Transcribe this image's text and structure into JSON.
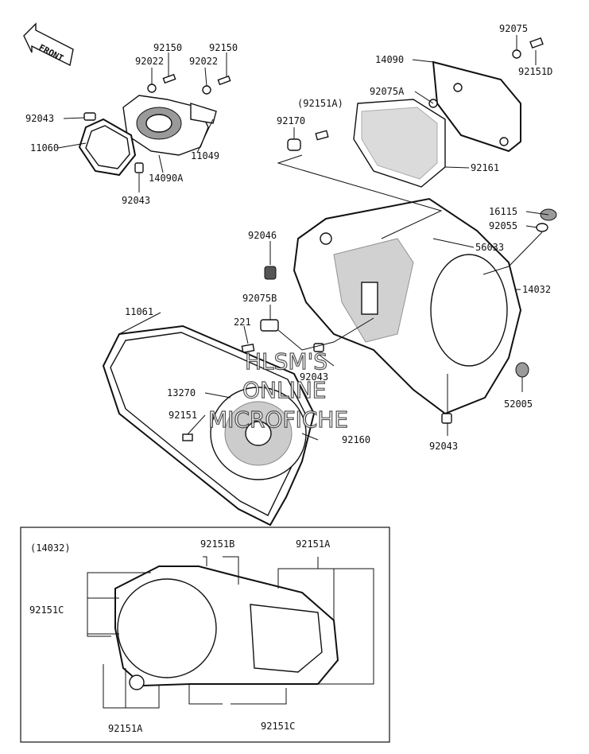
{
  "front_arrow": {
    "text": "FRONT"
  },
  "watermark": [
    "HLSM'S",
    "ONLINE",
    "MICROFICHE"
  ],
  "inset": {
    "ref": "(14032)"
  },
  "labels": {
    "p92150a": "92150",
    "p92150b": "92150",
    "p92022a": "92022",
    "p92022b": "92022",
    "p92043a": "92043",
    "p11060": "11060",
    "p14090a": "14090A",
    "p11049": "11049",
    "p92043b": "92043",
    "p92075": "92075",
    "p14090": "14090",
    "p92151d": "92151D",
    "p92075a": "92075A",
    "p92151a_top": "(92151A)",
    "p92170": "92170",
    "p92161": "92161",
    "p16115": "16115",
    "p92055": "92055",
    "p92046": "92046",
    "p56033": "56033",
    "p14032": "14032",
    "p92075b": "92075B",
    "p11061": "11061",
    "p221": "221",
    "p92043c": "92043",
    "p13270": "13270",
    "p92151": "92151",
    "p92160": "92160",
    "p52005": "52005",
    "p92043d": "92043",
    "i92151b": "92151B",
    "i92151a_top": "92151A",
    "i92151c_left": "92151C",
    "i92151a_bot": "92151A",
    "i92151c_bot": "92151C"
  }
}
